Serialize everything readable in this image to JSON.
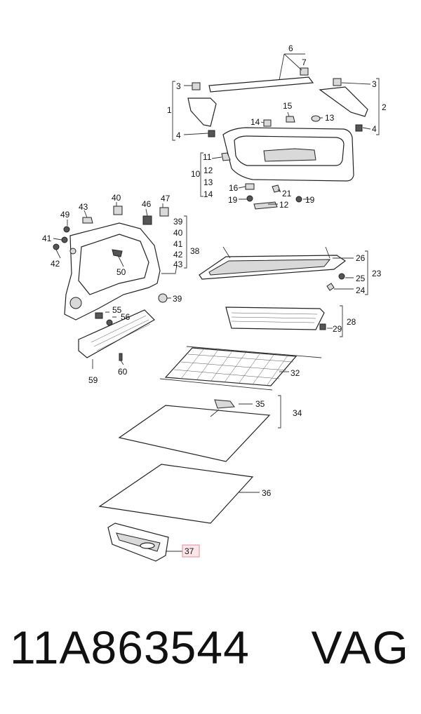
{
  "callouts": {
    "c1": "1",
    "c2": "2",
    "c3a": "3",
    "c3b": "3",
    "c4a": "4",
    "c4b": "4",
    "c6": "6",
    "c7": "7",
    "c10": "10",
    "c11": "11",
    "c12a": "12",
    "c12b": "12",
    "c13a": "13",
    "c13b": "13",
    "c14a": "14",
    "c14b": "14",
    "c15": "15",
    "c16": "16",
    "c19a": "19",
    "c19b": "19",
    "c21": "21",
    "c23": "23",
    "c24": "24",
    "c25": "25",
    "c26": "26",
    "c28": "28",
    "c29": "29",
    "c32": "32",
    "c34": "34",
    "c35": "35",
    "c36": "36",
    "c37": "37",
    "c38": "38",
    "c39a": "39",
    "c39b": "39",
    "c40a": "40",
    "c40b": "40",
    "c41a": "41",
    "c41b": "41",
    "c42a": "42",
    "c42b": "42",
    "c43a": "43",
    "c43b": "43",
    "c46": "46",
    "c47": "47",
    "c49": "49",
    "c50": "50",
    "c55": "55",
    "c56": "56",
    "c59": "59",
    "c60": "60"
  },
  "highlight": {
    "part": "37",
    "color": "#e88a95"
  },
  "footer": {
    "part_number": "11A863544",
    "brand": "VAG"
  }
}
